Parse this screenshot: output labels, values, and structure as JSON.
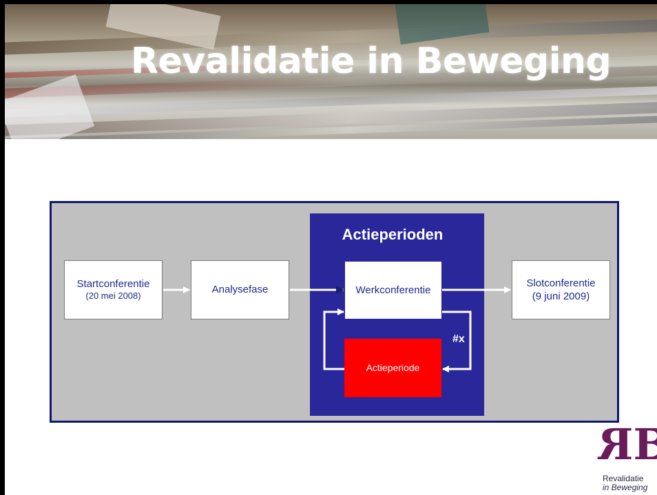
{
  "header": {
    "title": "Revalidatie in Beweging"
  },
  "diagram": {
    "group_title": "Actieperioden",
    "nodes": {
      "start": {
        "label": "Startconferentie",
        "sub": "(20 mei 2008)"
      },
      "analyse": {
        "label": "Analysefase"
      },
      "werk": {
        "label": "Werkconferentie"
      },
      "actie": {
        "label": "Actieperiode"
      },
      "slot": {
        "label": "Slotconferentie",
        "sub": "(9 juni 2009)"
      }
    },
    "repeat_label": "#x",
    "colors": {
      "frame": "#0e1470",
      "group_background": "#29279a",
      "canvas": "#c0c0c0",
      "action_box": "#ff0000",
      "box_text": "#1c2a8c"
    }
  },
  "logo": {
    "mark": "RB",
    "line1": "Revalidatie",
    "line2": "in Beweging",
    "color": "#6a1c5a"
  }
}
